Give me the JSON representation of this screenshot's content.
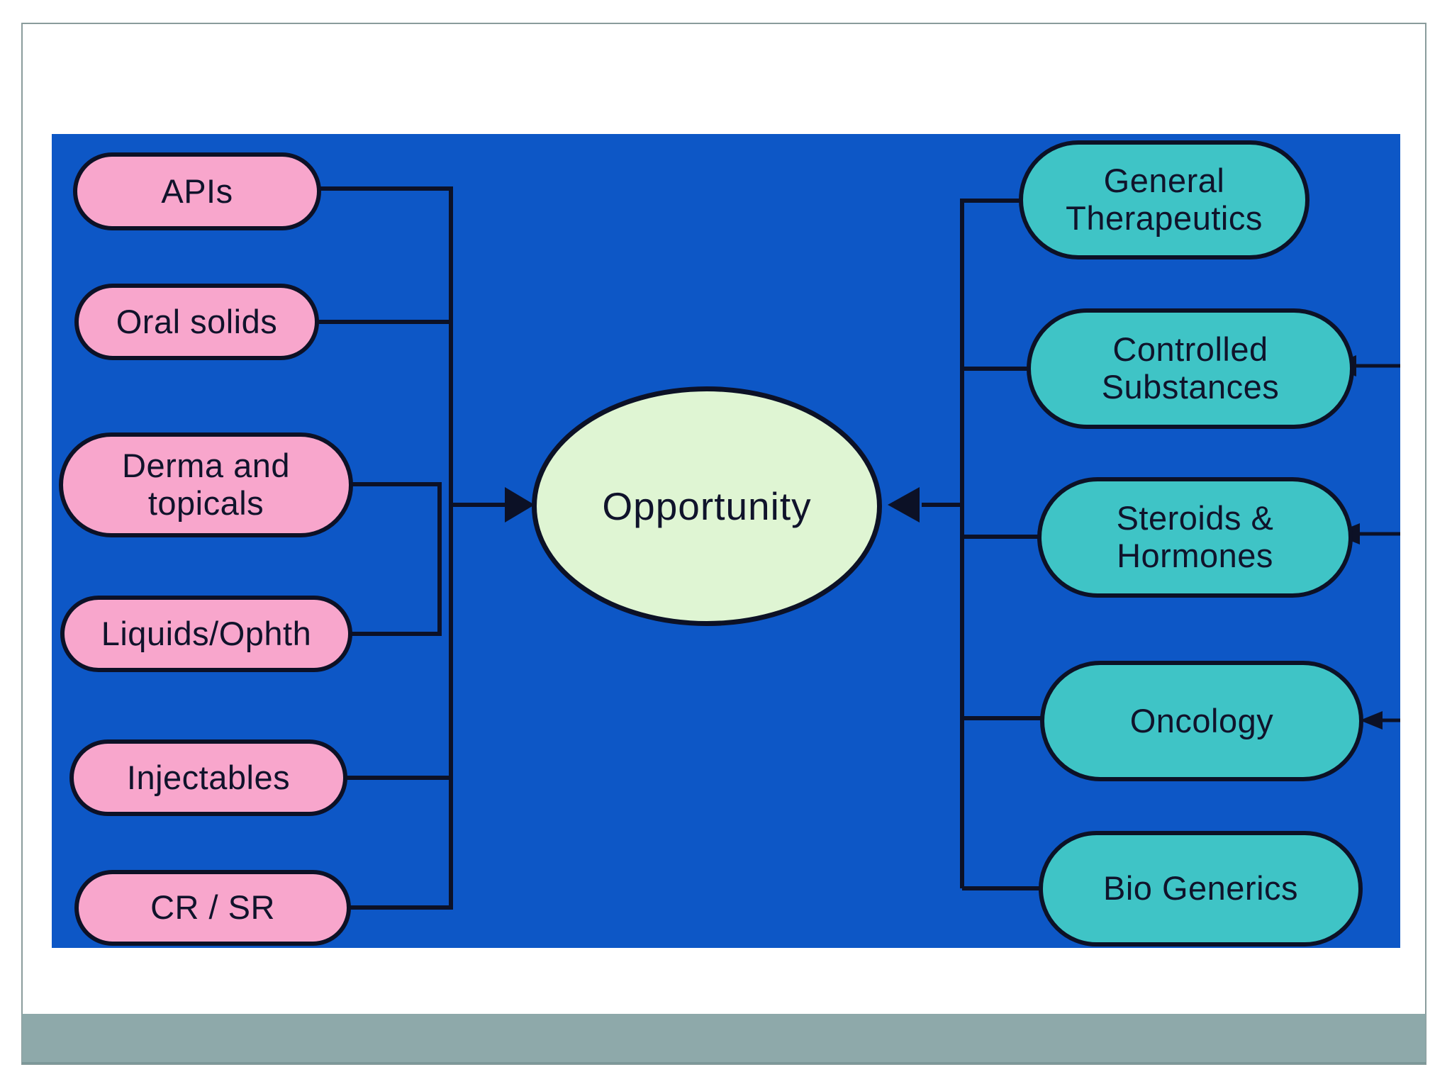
{
  "slide": {
    "background": "#ffffff",
    "border_color": "#8a9c9c",
    "panel_color": "#0d57c6",
    "footer_bar_color": "#8ea9aa",
    "line_color": "#0c1126",
    "text_color": "#10132b"
  },
  "diagram": {
    "center_node": {
      "label": "Opportunity",
      "fill": "#dff5d3"
    },
    "left_fill": "#f8a6cc",
    "right_fill": "#3fc4c6",
    "left_nodes": [
      {
        "label": "APIs"
      },
      {
        "label": "Oral solids"
      },
      {
        "label": "Derma and topicals"
      },
      {
        "label": "Liquids/Ophth"
      },
      {
        "label": "Injectables"
      },
      {
        "label": "CR / SR"
      }
    ],
    "right_nodes": [
      {
        "label": "General Therapeutics",
        "offslide_arrow": false
      },
      {
        "label": "Controlled Substances",
        "offslide_arrow": true
      },
      {
        "label": "Steroids & Hormones",
        "offslide_arrow": true
      },
      {
        "label": "Oncology",
        "offslide_arrow": true
      },
      {
        "label": "Bio Generics",
        "offslide_arrow": false
      }
    ]
  }
}
